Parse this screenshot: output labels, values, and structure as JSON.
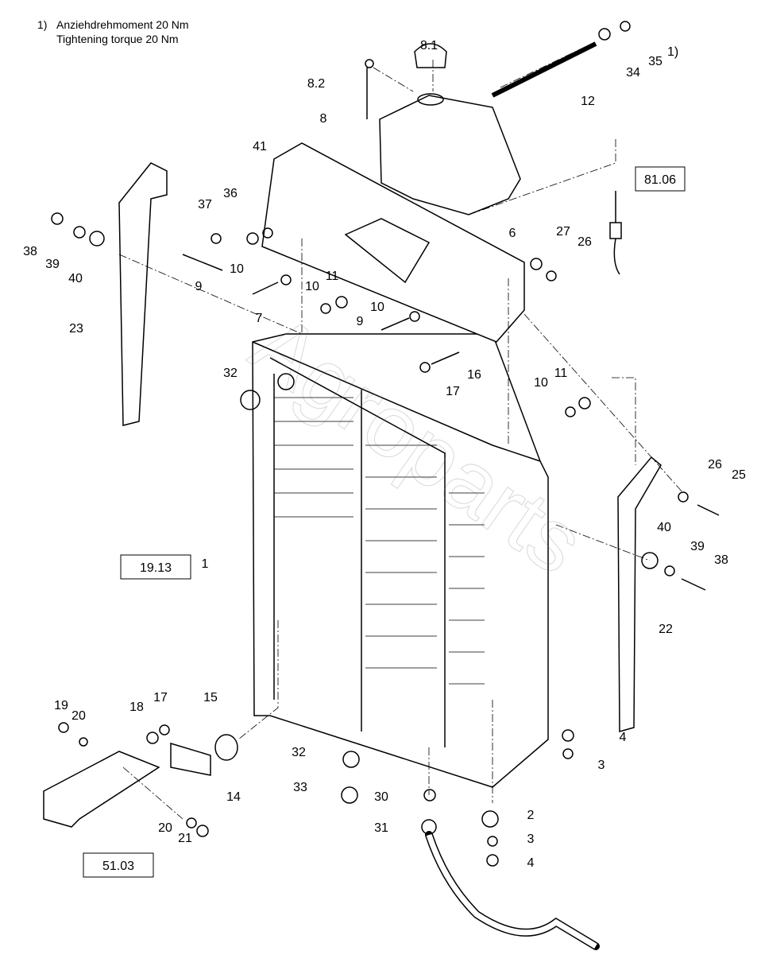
{
  "footnote": {
    "marker": "1)",
    "line1": "Anziehdrehmoment 20 Nm",
    "line2": "Tightening torque 20 Nm"
  },
  "callouts": [
    "8.1",
    "35",
    "34",
    "8.2",
    "12",
    "8",
    "41",
    "37",
    "36",
    "38",
    "39",
    "40",
    "6",
    "27",
    "26",
    "10",
    "9",
    "10",
    "11",
    "7",
    "9",
    "10",
    "23",
    "16",
    "32",
    "17",
    "10",
    "11",
    "26",
    "25",
    "40",
    "39",
    "38",
    "1",
    "22",
    "19",
    "20",
    "18",
    "17",
    "15",
    "4",
    "3",
    "32",
    "14",
    "33",
    "30",
    "2",
    "31",
    "3",
    "20",
    "21",
    "4"
  ],
  "footnote_superscript": "1)",
  "reference_boxes": [
    "81.06",
    "19.13",
    "51.03"
  ],
  "watermark": "Agroparts"
}
